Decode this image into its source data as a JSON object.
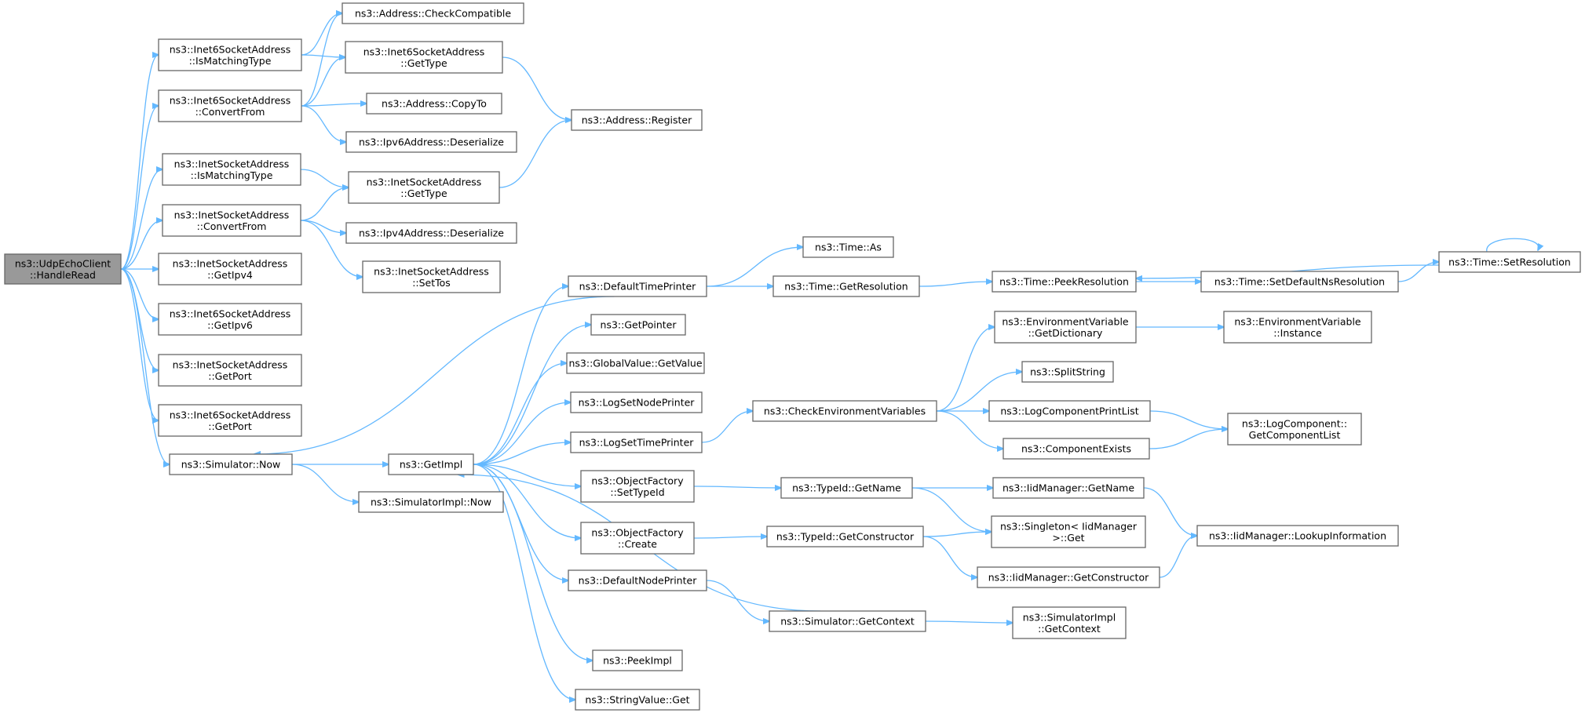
{
  "nodes": {
    "root": [
      "ns3::UdpEchoClient",
      "::HandleRead"
    ],
    "addr_checkcompat": [
      "ns3::Address::CheckCompatible"
    ],
    "inet6_ismatching": [
      "ns3::Inet6SocketAddress",
      "::IsMatchingType"
    ],
    "inet6_gettype": [
      "ns3::Inet6SocketAddress",
      "::GetType"
    ],
    "inet6_convertfrom": [
      "ns3::Inet6SocketAddress",
      "::ConvertFrom"
    ],
    "addr_copyto": [
      "ns3::Address::CopyTo"
    ],
    "addr_register": [
      "ns3::Address::Register"
    ],
    "ipv6_deser": [
      "ns3::Ipv6Address::Deserialize"
    ],
    "inet_ismatching": [
      "ns3::InetSocketAddress",
      "::IsMatchingType"
    ],
    "inet_gettype": [
      "ns3::InetSocketAddress",
      "::GetType"
    ],
    "inet_convertfrom": [
      "ns3::InetSocketAddress",
      "::ConvertFrom"
    ],
    "ipv4_deser": [
      "ns3::Ipv4Address::Deserialize"
    ],
    "inet_getipv4": [
      "ns3::InetSocketAddress",
      "::GetIpv4"
    ],
    "inet_settos": [
      "ns3::InetSocketAddress",
      "::SetTos"
    ],
    "inet6_getipv6": [
      "ns3::Inet6SocketAddress",
      "::GetIpv6"
    ],
    "inet_getport": [
      "ns3::InetSocketAddress",
      "::GetPort"
    ],
    "inet6_getport": [
      "ns3::Inet6SocketAddress",
      "::GetPort"
    ],
    "sim_now": [
      "ns3::Simulator::Now"
    ],
    "getimpl": [
      "ns3::GetImpl"
    ],
    "simimpl_now": [
      "ns3::SimulatorImpl::Now"
    ],
    "default_time_printer": [
      "ns3::DefaultTimePrinter"
    ],
    "time_as": [
      "ns3::Time::As"
    ],
    "time_getres": [
      "ns3::Time::GetResolution"
    ],
    "time_peekres": [
      "ns3::Time::PeekResolution"
    ],
    "time_setdefaultns": [
      "ns3::Time::SetDefaultNsResolution"
    ],
    "time_setres": [
      "ns3::Time::SetResolution"
    ],
    "getpointer": [
      "ns3::GetPointer"
    ],
    "env_getdict": [
      "ns3::EnvironmentVariable",
      "::GetDictionary"
    ],
    "env_instance": [
      "ns3::EnvironmentVariable",
      "::Instance"
    ],
    "globalvalue_get": [
      "ns3::GlobalValue::GetValue"
    ],
    "splitstring": [
      "ns3::SplitString"
    ],
    "logsetnode": [
      "ns3::LogSetNodePrinter"
    ],
    "check_env": [
      "ns3::CheckEnvironmentVariables"
    ],
    "logcomp_printlist": [
      "ns3::LogComponentPrintList"
    ],
    "logcomp_getlist": [
      "ns3::LogComponent::",
      "GetComponentList"
    ],
    "logsettime": [
      "ns3::LogSetTimePrinter"
    ],
    "component_exists": [
      "ns3::ComponentExists"
    ],
    "of_settypeid": [
      "ns3::ObjectFactory",
      "::SetTypeId"
    ],
    "typeid_getname": [
      "ns3::TypeId::GetName"
    ],
    "iid_getname": [
      "ns3::IidManager::GetName"
    ],
    "singleton_get": [
      "ns3::Singleton< IidManager",
      ">::Get"
    ],
    "of_create": [
      "ns3::ObjectFactory",
      "::Create"
    ],
    "typeid_getctor": [
      "ns3::TypeId::GetConstructor"
    ],
    "iid_lookup": [
      "ns3::IidManager::LookupInformation"
    ],
    "iid_getctor": [
      "ns3::IidManager::GetConstructor"
    ],
    "default_node_printer": [
      "ns3::DefaultNodePrinter"
    ],
    "sim_getcontext": [
      "ns3::Simulator::GetContext"
    ],
    "simimpl_getcontext": [
      "ns3::SimulatorImpl",
      "::GetContext"
    ],
    "peekimpl": [
      "ns3::PeekImpl"
    ],
    "stringvalue_get": [
      "ns3::StringValue::Get"
    ]
  },
  "edges": [
    [
      "root",
      "inet6_ismatching"
    ],
    [
      "root",
      "inet6_convertfrom"
    ],
    [
      "root",
      "inet_ismatching"
    ],
    [
      "root",
      "inet_convertfrom"
    ],
    [
      "root",
      "inet_getipv4"
    ],
    [
      "root",
      "inet6_getipv6"
    ],
    [
      "root",
      "inet_getport"
    ],
    [
      "root",
      "inet6_getport"
    ],
    [
      "root",
      "sim_now"
    ],
    [
      "inet6_ismatching",
      "addr_checkcompat"
    ],
    [
      "inet6_ismatching",
      "inet6_gettype"
    ],
    [
      "inet6_convertfrom",
      "addr_checkcompat"
    ],
    [
      "inet6_convertfrom",
      "inet6_gettype"
    ],
    [
      "inet6_convertfrom",
      "addr_copyto"
    ],
    [
      "inet6_convertfrom",
      "ipv6_deser"
    ],
    [
      "inet6_gettype",
      "addr_register"
    ],
    [
      "inet_ismatching",
      "inet_gettype"
    ],
    [
      "inet_convertfrom",
      "inet_gettype"
    ],
    [
      "inet_convertfrom",
      "ipv4_deser"
    ],
    [
      "inet_convertfrom",
      "inet_settos"
    ],
    [
      "inet_gettype",
      "addr_register"
    ],
    [
      "sim_now",
      "getimpl"
    ],
    [
      "sim_now",
      "simimpl_now"
    ],
    [
      "getimpl",
      "default_time_printer"
    ],
    [
      "getimpl",
      "getpointer"
    ],
    [
      "getimpl",
      "globalvalue_get"
    ],
    [
      "getimpl",
      "logsetnode"
    ],
    [
      "getimpl",
      "logsettime"
    ],
    [
      "getimpl",
      "of_settypeid"
    ],
    [
      "getimpl",
      "of_create"
    ],
    [
      "getimpl",
      "default_node_printer"
    ],
    [
      "getimpl",
      "peekimpl"
    ],
    [
      "getimpl",
      "stringvalue_get"
    ],
    [
      "default_time_printer",
      "sim_now"
    ],
    [
      "default_time_printer",
      "time_as"
    ],
    [
      "default_time_printer",
      "time_getres"
    ],
    [
      "time_getres",
      "time_peekres"
    ],
    [
      "time_peekres",
      "time_setdefaultns"
    ],
    [
      "time_setdefaultns",
      "time_setres"
    ],
    [
      "time_setres",
      "time_peekres"
    ],
    [
      "time_setres",
      "time_setres"
    ],
    [
      "logsettime",
      "check_env"
    ],
    [
      "check_env",
      "env_getdict"
    ],
    [
      "check_env",
      "splitstring"
    ],
    [
      "check_env",
      "logcomp_printlist"
    ],
    [
      "check_env",
      "component_exists"
    ],
    [
      "env_getdict",
      "env_instance"
    ],
    [
      "logcomp_printlist",
      "logcomp_getlist"
    ],
    [
      "component_exists",
      "logcomp_getlist"
    ],
    [
      "of_settypeid",
      "typeid_getname"
    ],
    [
      "typeid_getname",
      "iid_getname"
    ],
    [
      "typeid_getname",
      "singleton_get"
    ],
    [
      "iid_getname",
      "iid_lookup"
    ],
    [
      "of_create",
      "typeid_getctor"
    ],
    [
      "typeid_getctor",
      "singleton_get"
    ],
    [
      "typeid_getctor",
      "iid_getctor"
    ],
    [
      "iid_getctor",
      "iid_lookup"
    ],
    [
      "default_node_printer",
      "sim_getcontext"
    ],
    [
      "sim_getcontext",
      "getimpl"
    ],
    [
      "sim_getcontext",
      "simimpl_getcontext"
    ]
  ]
}
